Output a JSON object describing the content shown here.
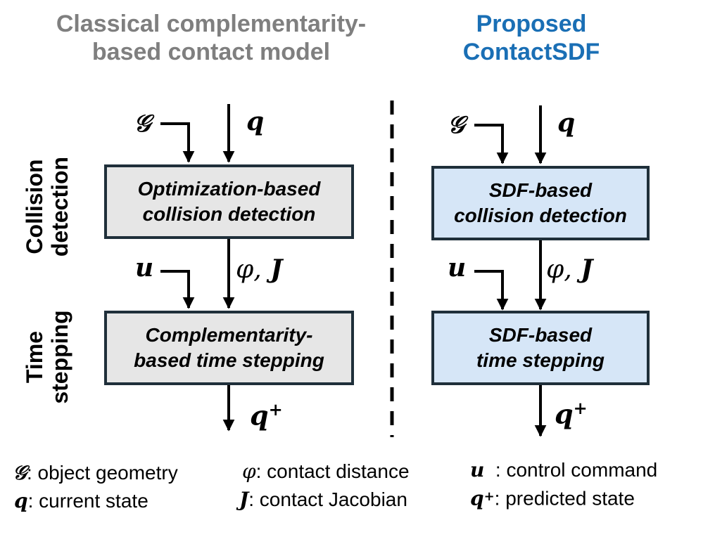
{
  "titles": {
    "left": [
      "Classical complementarity-",
      "based contact model"
    ],
    "right": [
      "Proposed",
      "ContactSDF"
    ]
  },
  "side_labels": {
    "collision": [
      "Collision",
      "detection"
    ],
    "time": [
      "Time",
      "stepping"
    ]
  },
  "boxes": {
    "left_collision": [
      "Optimization-based",
      "collision detection"
    ],
    "left_time": [
      "Complementarity-",
      "based time stepping"
    ],
    "right_collision": [
      "SDF-based",
      "collision detection"
    ],
    "right_time": [
      "SDF-based",
      "time stepping"
    ]
  },
  "symbols": {
    "geometry": "𝒢",
    "state": "q",
    "control": "u",
    "phi": "φ",
    "comma": ",",
    "jacobian": "J",
    "next_state": "q",
    "plus": "+"
  },
  "legend": {
    "geometry": {
      "sym": "𝒢",
      "text": ": object geometry"
    },
    "state": {
      "sym": "q",
      "text": ": current state"
    },
    "phi": {
      "sym": "φ",
      "text": ": contact distance"
    },
    "jacobian": {
      "sym": "J",
      "text": ": contact Jacobian"
    },
    "control": {
      "sym": "u",
      "text": "  : control command"
    },
    "predicted": {
      "sym": "q",
      "sup": "+",
      "text": ": predicted state"
    }
  },
  "colors": {
    "left_title": "#7f7f7f",
    "right_title": "#1a6fb5",
    "grey_box": "#e6e6e6",
    "blue_box": "#d6e6f7",
    "box_border": "#1f2f3a"
  }
}
